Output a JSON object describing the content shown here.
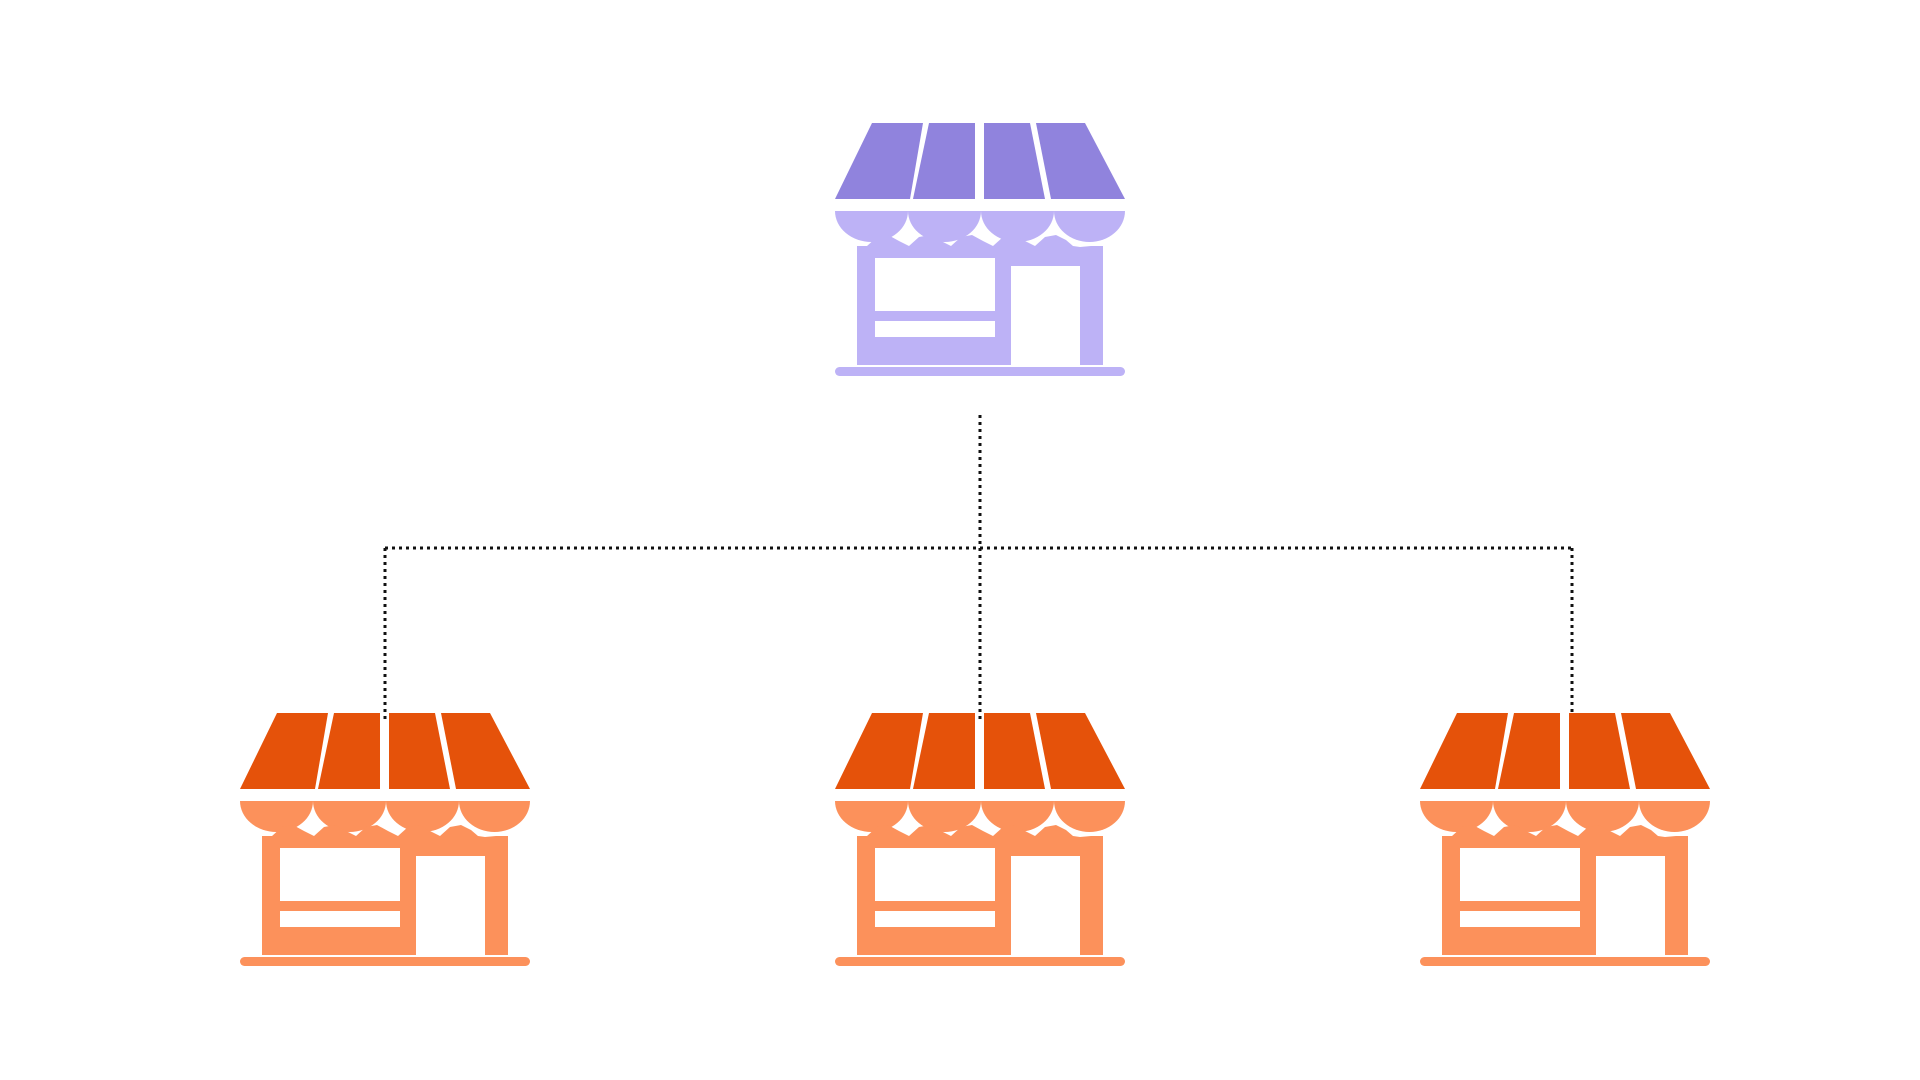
{
  "diagram": {
    "type": "hierarchy",
    "connector_style": "dotted",
    "connector_color": "#111111",
    "icon": "storefront-icon",
    "parent": {
      "role": "parent-store",
      "colors": {
        "awning_top": "#9083DD",
        "awning_bottom": "#BDB2F6",
        "building": "#BDB2F6"
      }
    },
    "children": [
      {
        "role": "branch-store",
        "colors": {
          "awning_top": "#E5520A",
          "awning_bottom": "#FC915B",
          "building": "#FC915B"
        }
      },
      {
        "role": "branch-store",
        "colors": {
          "awning_top": "#E5520A",
          "awning_bottom": "#FC915B",
          "building": "#FC915B"
        }
      },
      {
        "role": "branch-store",
        "colors": {
          "awning_top": "#E5520A",
          "awning_bottom": "#FC915B",
          "building": "#FC915B"
        }
      }
    ]
  }
}
